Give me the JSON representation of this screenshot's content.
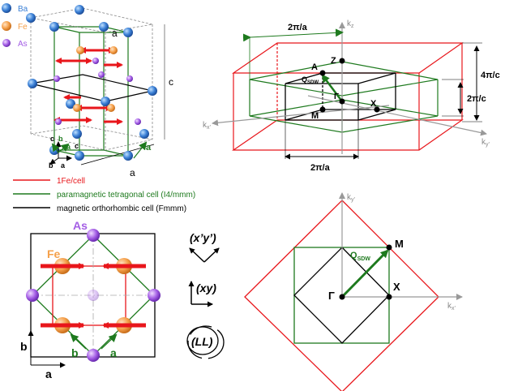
{
  "panel_tl": {
    "legend": [
      {
        "label": "Ba",
        "color": "#3a7fd5"
      },
      {
        "label": "Fe",
        "color": "#f5a04a"
      },
      {
        "label": "As",
        "color": "#a45ee5"
      }
    ],
    "axis_c": "c",
    "axis_a": "a",
    "small_a": "a",
    "small_b": "b",
    "small_c": "c",
    "green_a": "a",
    "green_b": "b",
    "green_c": "c"
  },
  "cell_legend": [
    {
      "label": "1Fe/cell",
      "color": "#e8161b"
    },
    {
      "label": "paramagnetic tetragonal cell (I4/mmm)",
      "color": "#1e7a1e"
    },
    {
      "label": "magnetic orthorhombic cell (Fmmm)",
      "color": "#000000"
    }
  ],
  "panel_tr": {
    "kz": "k",
    "kz_sub": "z",
    "kx": "k",
    "kx_sub": "x’",
    "ky": "k",
    "ky_sub": "y’",
    "top_dim": "2π/a",
    "bottom_dim": "2π/a",
    "right_outer": "4π/c",
    "right_inner": "2π/c",
    "pt_Z": "Z",
    "pt_A": "A",
    "pt_M": "M",
    "pt_X": "X",
    "pt_G": "Γ",
    "q_main": "Q",
    "q_sub": "SDW"
  },
  "panel_bl": {
    "as_label": "As",
    "fe_label": "Fe",
    "a_black": "a",
    "b_black": "b",
    "a_green": "a",
    "b_green": "b"
  },
  "panel_mid": {
    "xy_prime": "(x’y’)",
    "xy": "(xy)",
    "ll": "(LL)"
  },
  "panel_br": {
    "ky": "k",
    "ky_sub": "y’",
    "kx": "k",
    "kx_sub": "x’",
    "pt_M": "M",
    "pt_X": "X",
    "pt_G": "Γ",
    "q_main": "Q",
    "q_sub": "SDW"
  }
}
